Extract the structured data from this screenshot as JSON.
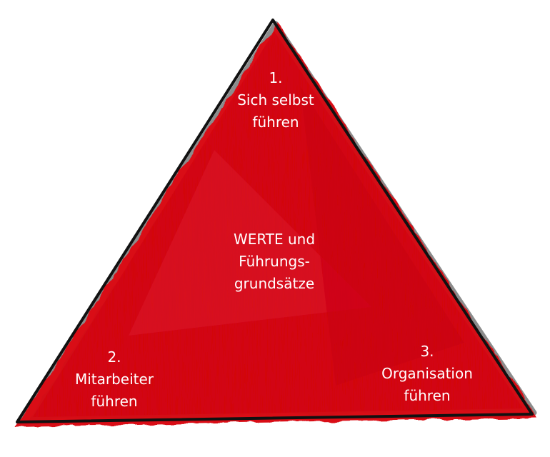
{
  "diagram": {
    "colors": {
      "fill": "#d90d15",
      "fill_dark": "#b8060c",
      "fill_light": "#e8323a",
      "outline": "#111111",
      "shadow": "#8c8c8c",
      "text": "#ffffff"
    },
    "top": {
      "number": "1.",
      "line1": "Sich selbst",
      "line2": "führen"
    },
    "center": {
      "line1": "WERTE und",
      "line2": "Führungs-",
      "line3": "grundsätze"
    },
    "left": {
      "number": "2.",
      "line1": "Mitarbeiter",
      "line2": "führen"
    },
    "right": {
      "number": "3.",
      "line1": "Organisation",
      "line2": "führen"
    }
  }
}
